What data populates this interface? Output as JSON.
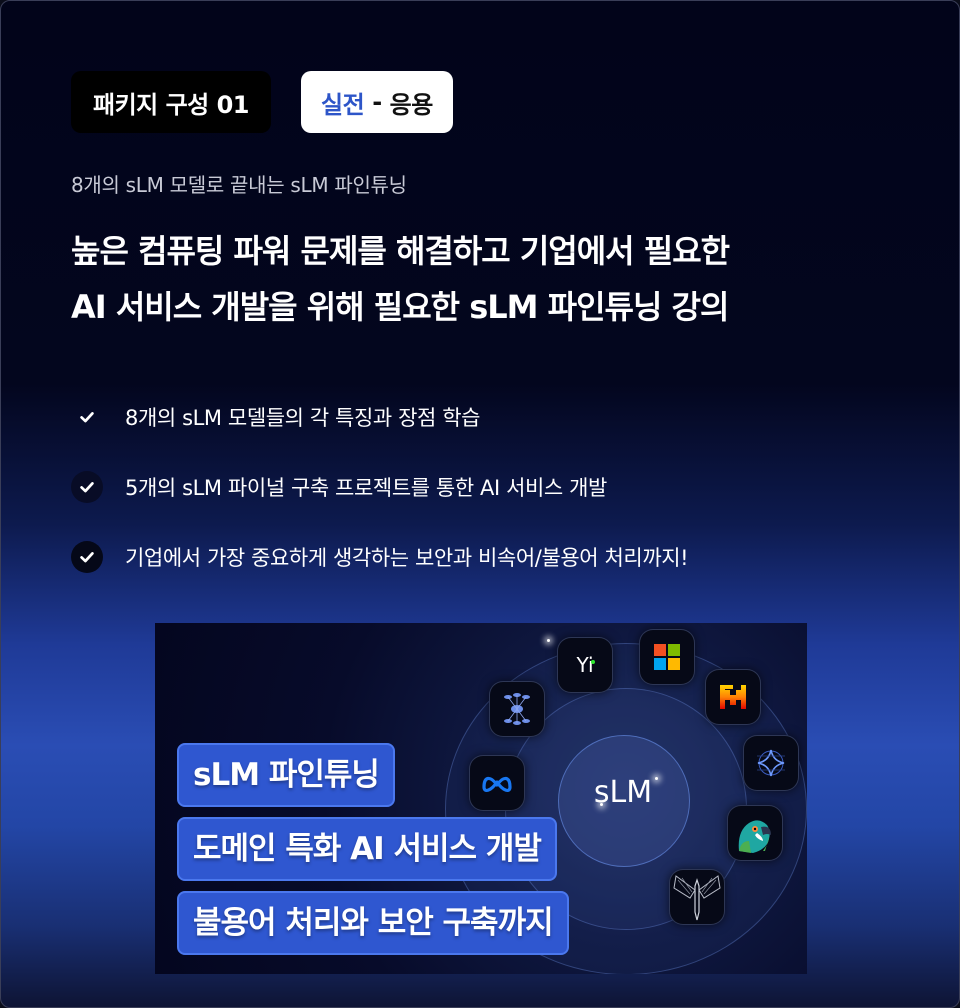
{
  "badges": {
    "package": "패키지 구성 01",
    "level_accent": "실전",
    "level_sep": "-",
    "level_rest": "응용"
  },
  "subtitle": "8개의 sLM 모델로 끝내는 sLM 파인튜닝",
  "headline": {
    "line1": "높은 컴퓨팅 파워 문제를 해결하고 기업에서 필요한",
    "line2": "AI 서비스 개발을 위해 필요한 sLM 파인튜닝 강의"
  },
  "features": [
    {
      "icon": "check-icon",
      "text": "8개의 sLM 모델들의 각 특징과 장점 학습"
    },
    {
      "icon": "check-icon",
      "text": "5개의 sLM 파이널 구축 프로젝트를 통한 AI 서비스 개발"
    },
    {
      "icon": "check-icon",
      "text": "기업에서 가장 중요하게 생각하는 보안과 비속어/불용어 처리까지!"
    }
  ],
  "visual": {
    "core_label": "sLM",
    "pills": [
      "sLM 파인튜닝",
      "도메인 특화 AI 서비스 개발",
      "불용어 처리와 보안 구축까지"
    ],
    "logos": [
      "yi-logo",
      "microsoft-logo",
      "mistral-logo",
      "gemma-sparkle-logo",
      "parrot-logo",
      "phoenix-logo",
      "meta-logo",
      "network-graph-logo"
    ],
    "yi_text": "Yi"
  },
  "colors": {
    "accent_blue": "#2d55c8",
    "pill_blue": "#2f57d0",
    "bg_top": "#02041a",
    "bg_mid": "#2a4db4"
  }
}
